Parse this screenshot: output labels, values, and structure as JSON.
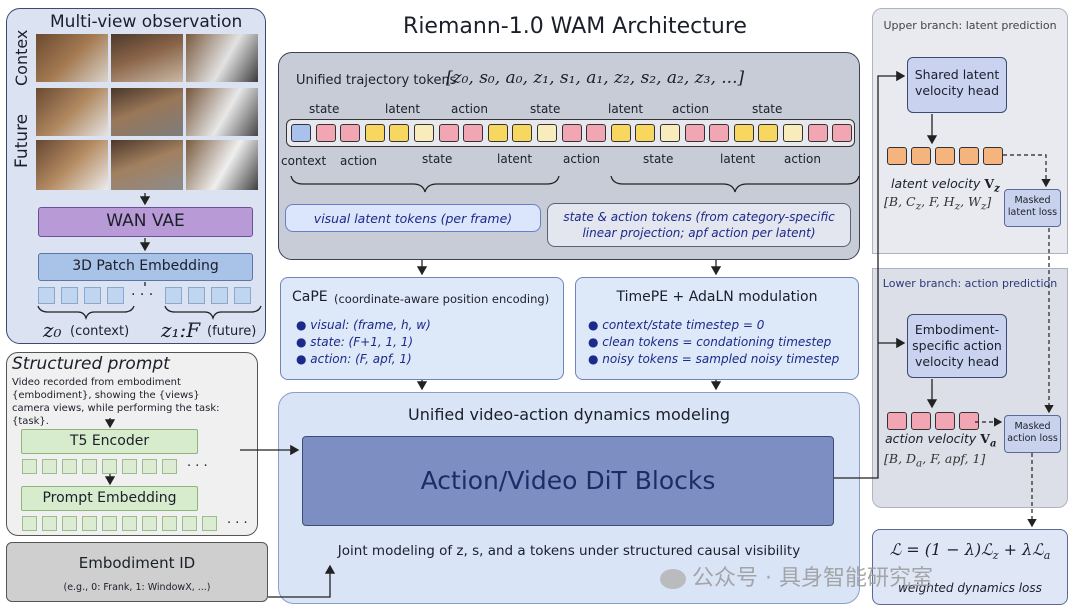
{
  "title": "Riemann-1.0 WAM Architecture",
  "observation": {
    "title": "Multi-view observation",
    "context_label": "Contex",
    "future_label": "Future",
    "vae": "WAN VAE",
    "patch": "3D Patch Embedding",
    "ellipsis": "· · ·",
    "z0": "z₀",
    "z0_note": "(context)",
    "z1f": "z₁:F",
    "z1f_note": "(future)"
  },
  "prompt": {
    "title": "Structured prompt",
    "text": "Video recorded from embodiment {embodiment}, showing the {views} camera views, while performing the task: {task}.",
    "t5": "T5 Encoder",
    "embedding": "Prompt Embedding",
    "ellipsis": "· · ·"
  },
  "embodiment": {
    "title": "Embodiment ID",
    "example": "(e.g., 0: Frank, 1: WindowX, ...)"
  },
  "tokens": {
    "heading": "Unified trajectory tokens",
    "sequence": "[z₀, s₀, a₀, z₁, s₁, a₁, z₂, s₂, a₂, z₃, ...]",
    "top_labels": [
      "state",
      "latent",
      "action",
      "state",
      "latent",
      "action",
      "state"
    ],
    "bottom_labels": [
      "context",
      "action",
      "state",
      "latent",
      "action",
      "state",
      "latent",
      "action"
    ],
    "visual_note": "visual latent tokens (per frame)",
    "sa_note": "state & action tokens (from category-specific linear projection; apf action per latent)",
    "colors": [
      "blue",
      "red",
      "red",
      "yellow",
      "yellow",
      "cream",
      "red",
      "red",
      "yellow",
      "yellow",
      "cream",
      "red",
      "red",
      "yellow",
      "yellow",
      "cream",
      "red",
      "red",
      "yellow",
      "yellow",
      "cream",
      "red",
      "red"
    ]
  },
  "cape": {
    "title": "CaPE",
    "subtitle": "(coordinate-aware position encoding)",
    "items": [
      "visual: (frame, h, w)",
      "state: (F+1, 1, 1)",
      "action: (F, apf, 1)"
    ]
  },
  "timepe": {
    "title": "TimePE + AdaLN modulation",
    "items": [
      "context/state timestep = 0",
      "clean tokens = condationing timestep",
      "noisy tokens = sampled noisy timestep"
    ]
  },
  "dynamics": {
    "title": "Unified video-action dynamics modeling",
    "dit": "Action/Video DiT Blocks",
    "caption": "Joint modeling of  z,  s,  and  a  tokens under structured causal visibility"
  },
  "upper": {
    "title": "Upper branch: latent prediction",
    "head": "Shared latent velocity head",
    "velocity": "latent velocity",
    "vsym": "𝐕_z",
    "shape": "[B, C_z, F, H_z, W_z]",
    "loss": "Masked latent loss"
  },
  "lower": {
    "title": "Lower branch: action prediction",
    "head": "Embodiment-specific action velocity head",
    "velocity": "action velocity",
    "vsym": "𝐕_a",
    "shape": "[B, D_a, F, apf, 1]",
    "loss": "Masked action loss"
  },
  "final": {
    "formula": "ℒ = (1 − λ)ℒ_z + λℒ_a",
    "caption": "weighted dynamics loss"
  },
  "watermark": "公众号 · 具身智能研究室"
}
